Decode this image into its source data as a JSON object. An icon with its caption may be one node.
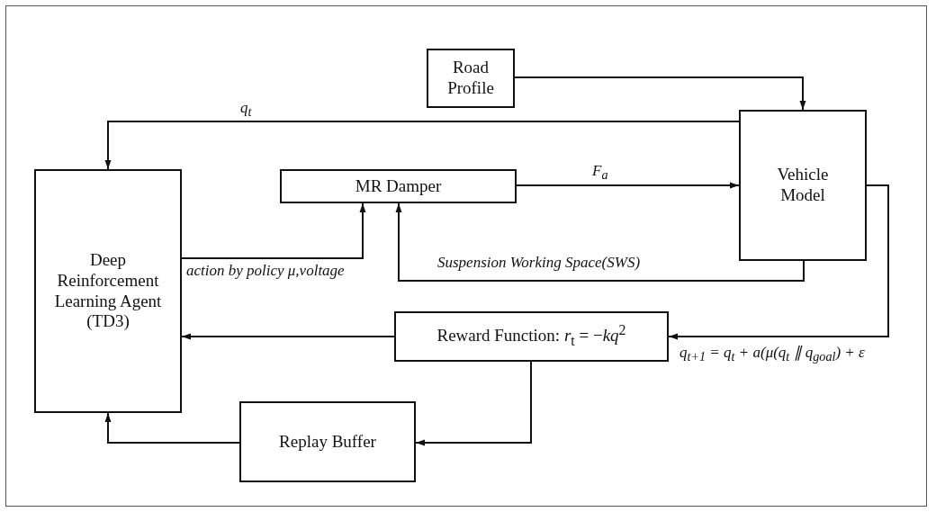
{
  "diagram": {
    "nodes": [
      {
        "text": [
          "Road Profile"
        ]
      },
      {
        "text": [
          "Vehicle Model"
        ]
      },
      {
        "text": [
          "Deep Reinforcement Learning Agent (TD3)"
        ]
      },
      {
        "text": [
          "MR Damper"
        ]
      },
      {
        "text": [
          "Reward Function: *r*$_{t}$ = −*kq*$^{2}$"
        ]
      },
      {
        "text": [
          "Replay Buffer"
        ]
      }
    ],
    "edges": [
      {
        "from": 0,
        "to": 1,
        "arrow": "to"
      },
      {
        "from": 1,
        "to": 2,
        "arrow": "to",
        "label": "q$_{t}$"
      },
      {
        "from": 3,
        "to": 1,
        "arrow": "to",
        "label": "F$_{a}$"
      },
      {
        "from": 2,
        "to": 3,
        "arrow": "to",
        "label": "action by policy μ,voltage"
      },
      {
        "from": 1,
        "to": 3,
        "arrow": "to",
        "label": "Suspension Working Space(SWS)"
      },
      {
        "from": 1,
        "to": 4,
        "arrow": "to",
        "label": "q$_{t+1}$ = q$_{t}$ + a(μ(q$_{t}$ ∥ q$_{goal}$) + ε"
      },
      {
        "from": 4,
        "to": 2,
        "arrow": "to"
      },
      {
        "from": 4,
        "to": 5,
        "arrow": "to"
      },
      {
        "from": 5,
        "to": 2,
        "arrow": "to"
      }
    ]
  }
}
